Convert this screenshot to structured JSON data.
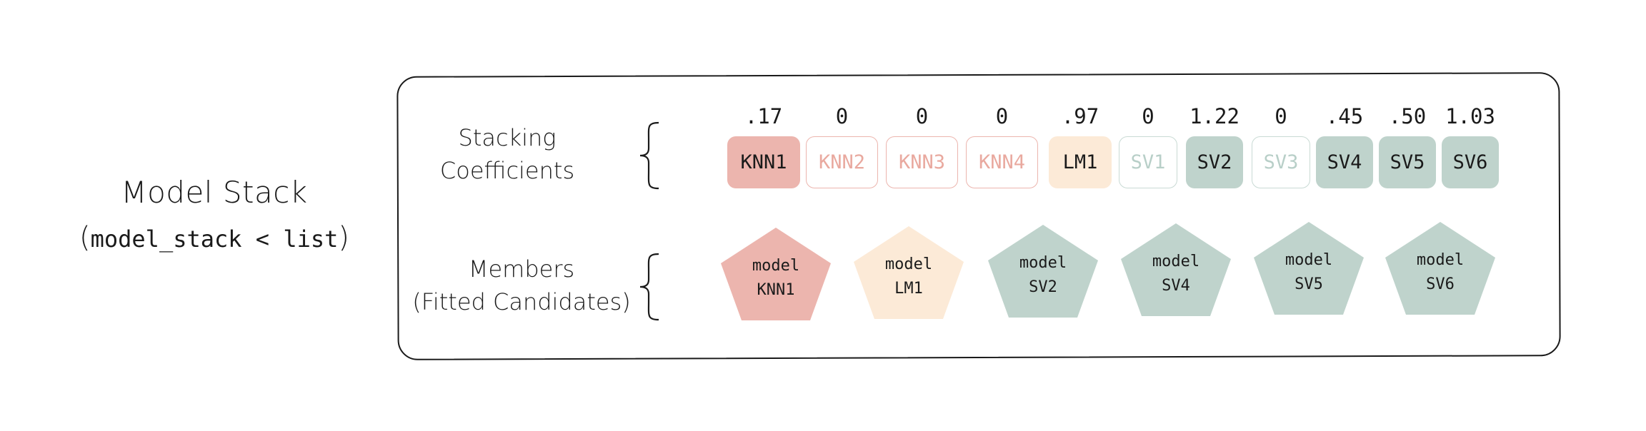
{
  "title": "Model Stack",
  "subtitle": {
    "open": "(",
    "code": "model_stack < list",
    "close": ")"
  },
  "rows": {
    "coefficients_label": [
      "Stacking",
      "Coefficients"
    ],
    "members_label": [
      "Members",
      "(Fitted Candidates)"
    ]
  },
  "coefficients": [
    {
      "name": "KNN1",
      "value": ".17",
      "family": "knn",
      "active": true
    },
    {
      "name": "KNN2",
      "value": "0",
      "family": "knn",
      "active": false
    },
    {
      "name": "KNN3",
      "value": "0",
      "family": "knn",
      "active": false
    },
    {
      "name": "KNN4",
      "value": "0",
      "family": "knn",
      "active": false
    },
    {
      "name": "LM1",
      "value": ".97",
      "family": "lm",
      "active": true
    },
    {
      "name": "SV1",
      "value": "0",
      "family": "sv",
      "active": false
    },
    {
      "name": "SV2",
      "value": "1.22",
      "family": "sv",
      "active": true
    },
    {
      "name": "SV3",
      "value": "0",
      "family": "sv",
      "active": false
    },
    {
      "name": "SV4",
      "value": ".45",
      "family": "sv",
      "active": true
    },
    {
      "name": "SV5",
      "value": ".50",
      "family": "sv",
      "active": true
    },
    {
      "name": "SV6",
      "value": "1.03",
      "family": "sv",
      "active": true
    }
  ],
  "members": [
    {
      "line1": "model",
      "line2": "KNN1",
      "family": "knn"
    },
    {
      "line1": "model",
      "line2": "LM1",
      "family": "lm"
    },
    {
      "line1": "model",
      "line2": "SV2",
      "family": "sv"
    },
    {
      "line1": "model",
      "line2": "SV4",
      "family": "sv"
    },
    {
      "line1": "model",
      "line2": "SV5",
      "family": "sv"
    },
    {
      "line1": "model",
      "line2": "SV6",
      "family": "sv"
    }
  ],
  "colors": {
    "knn": "#ecb5ae",
    "lm": "#fcead7",
    "sv": "#bfd3cc"
  }
}
